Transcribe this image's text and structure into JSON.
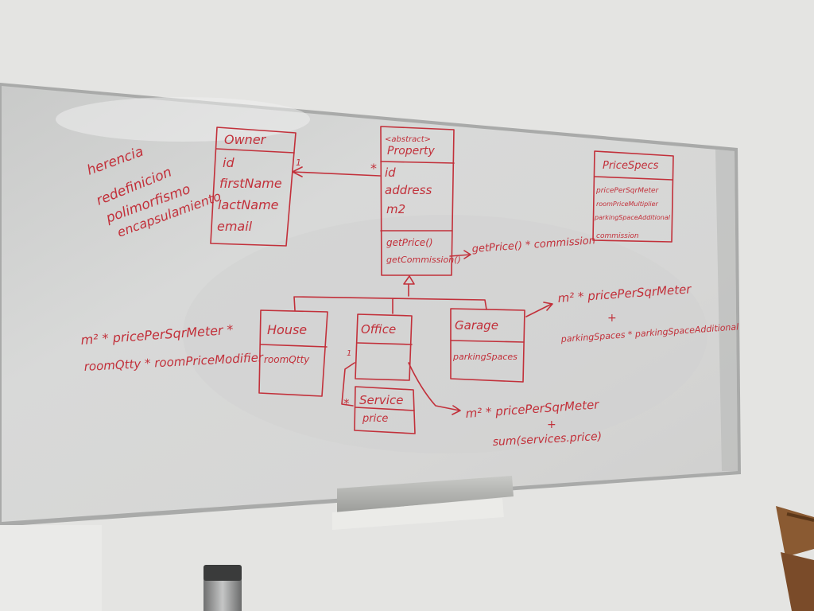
{
  "notes": {
    "line1": "herencia",
    "line2": "redefinicion",
    "line3": "polimorfismo",
    "line4": "encapsulamiento"
  },
  "owner": {
    "title": "Owner",
    "fields": [
      "id",
      "firstName",
      "lactName",
      "email"
    ],
    "multiplicity": "1"
  },
  "property": {
    "stereotype": "<abstract>",
    "title": "Property",
    "fields": [
      "id",
      "address",
      "m2"
    ],
    "methods": [
      "getPrice()",
      "getCommission()"
    ],
    "multiplicity": "*",
    "commission_note": "getPrice() * commission"
  },
  "pricespecs": {
    "title": "PriceSpecs",
    "fields": [
      "pricePerSqrMeter",
      "roomPriceMultiplier",
      "parkingSpaceAdditional",
      "commission"
    ]
  },
  "house": {
    "title": "House",
    "fields": [
      "roomQtty"
    ],
    "formula_line1": "m² * pricePerSqrMeter *",
    "formula_line2": "roomQtty * roomPriceModifier"
  },
  "office": {
    "title": "Office",
    "formula_line1": "m² * pricePerSqrMeter",
    "formula_plus": "+",
    "formula_line2": "sum(services.price)",
    "service_multiplicity": "1",
    "service_multiplicity_many": "*"
  },
  "service": {
    "title": "Service",
    "fields": [
      "price"
    ]
  },
  "garage": {
    "title": "Garage",
    "fields": [
      "parkingSpaces"
    ],
    "formula_line1": "m² * pricePerSqrMeter",
    "formula_plus": "+",
    "formula_line2": "parkingSpaces * parkingSpaceAdditional"
  },
  "colors": {
    "marker": "#c2303a",
    "board": "#dcdcdc",
    "wall": "#e6e6e4",
    "frame": "#b9b9b8"
  }
}
